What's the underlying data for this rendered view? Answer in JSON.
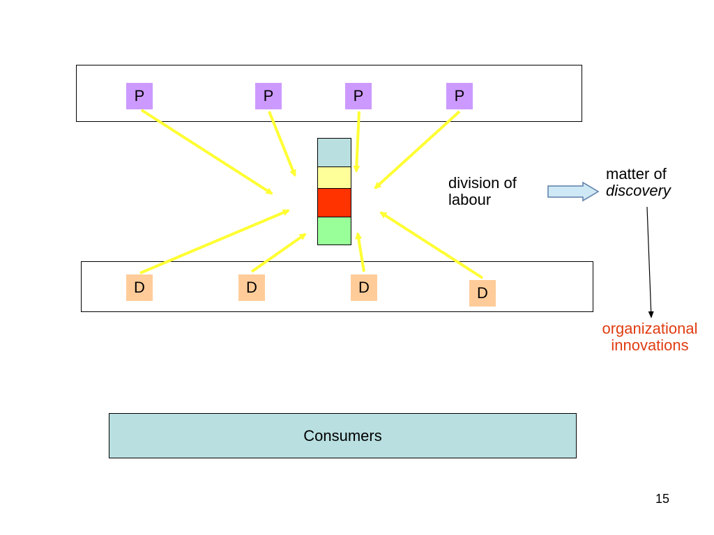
{
  "producers": [
    "P",
    "P",
    "P",
    "P"
  ],
  "distributors": [
    "D",
    "D",
    "D",
    "D"
  ],
  "consumers_label": "Consumers",
  "division_label": "division of labour",
  "matter_label": {
    "line1": "matter of",
    "line2": "discovery"
  },
  "org_label": "organizational innovations",
  "page_number": "15",
  "colors": {
    "producer_fill": "#cc99ff",
    "distributor_fill": "#ffcc99",
    "consumers_fill": "#b9dfe0",
    "arrow_yellow": "#ffff33",
    "block_arrow_fill": "#cfe8f5",
    "org_text": "#e03c10",
    "stack": [
      "#b9dfe0",
      "#ffff99",
      "#ff3300",
      "#99ff99"
    ]
  }
}
